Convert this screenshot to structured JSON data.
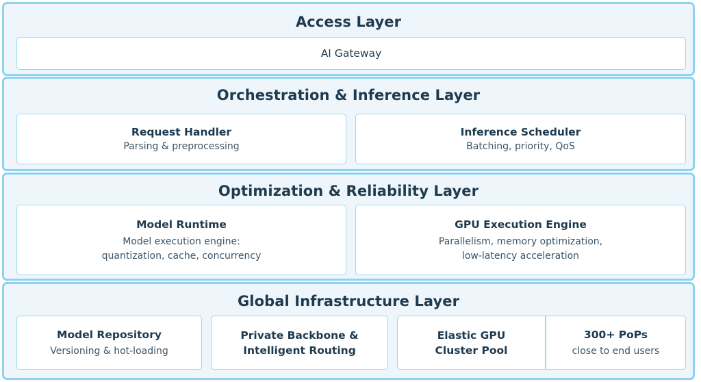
{
  "layers": {
    "access": {
      "title": "Access Layer",
      "gateway": "AI Gateway"
    },
    "orchestration": {
      "title": "Orchestration & Inference Layer",
      "request_handler": {
        "title": "Request Handler",
        "sub": "Parsing & preprocessing"
      },
      "inference_scheduler": {
        "title": "Inference Scheduler",
        "sub": "Batching, priority, QoS"
      }
    },
    "optimization": {
      "title": "Optimization & Reliability Layer",
      "model_runtime": {
        "title": "Model Runtime",
        "sub_line1": "Model execution engine:",
        "sub_line2": "quantization, cache, concurrency"
      },
      "gpu_engine": {
        "title": "GPU Execution Engine",
        "sub_line1": "Parallelism, memory optimization,",
        "sub_line2": "low-latency acceleration"
      }
    },
    "infrastructure": {
      "title": "Global Infrastructure Layer",
      "model_repository": {
        "title": "Model Repository",
        "sub": "Versioning & hot-loading"
      },
      "backbone": {
        "title_line1": "Private Backbone &",
        "title_line2": "Intelligent Routing"
      },
      "gpu_pool": {
        "title_line1": "Elastic GPU",
        "title_line2": "Cluster Pool"
      },
      "pops": {
        "title": "300+ PoPs",
        "sub": "close to end users"
      }
    }
  },
  "colors": {
    "layer_border": "#8dd3ef",
    "layer_bg": "#eef6fc",
    "box_border": "#9fd9ee",
    "text": "#1e3a4f"
  }
}
